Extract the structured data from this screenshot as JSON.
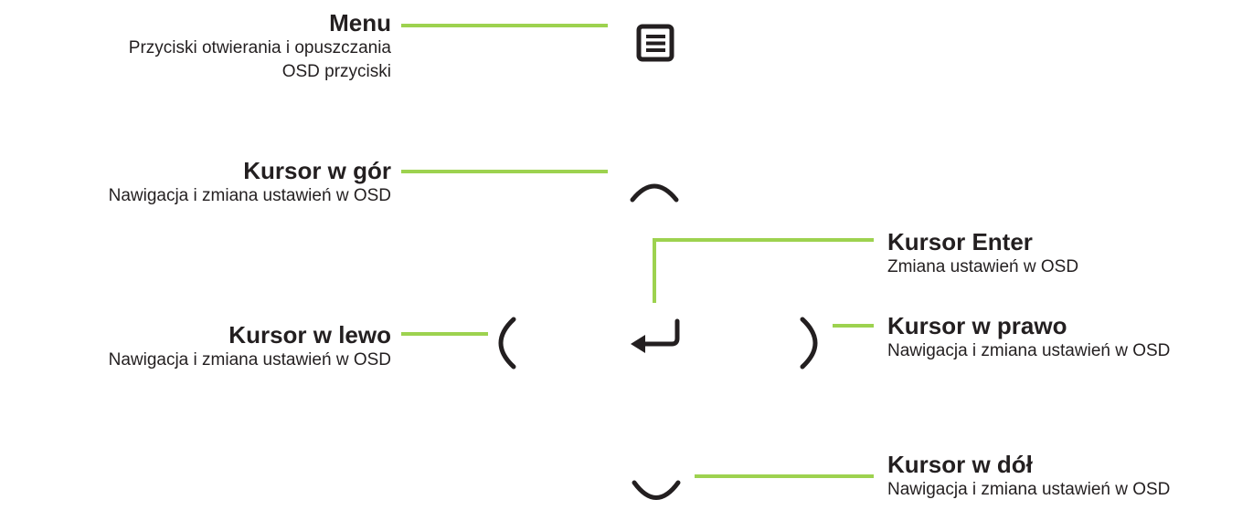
{
  "colors": {
    "connector": "#9dd24f",
    "icon": "#231f20",
    "text": "#231f20"
  },
  "buttons": [
    {
      "id": "menu",
      "icon": "menu-icon",
      "title": "Menu",
      "description": "Przyciski otwierania i opuszczania OSD przyciski"
    },
    {
      "id": "up",
      "icon": "chevron-up-icon",
      "title": "Kursor w gór",
      "description": "Nawigacja i zmiana ustawień w OSD"
    },
    {
      "id": "enter",
      "icon": "enter-icon",
      "title": "Kursor Enter",
      "description": "Zmiana ustawień w OSD"
    },
    {
      "id": "left",
      "icon": "chevron-left-icon",
      "title": "Kursor w lewo",
      "description": "Nawigacja i zmiana ustawień w OSD"
    },
    {
      "id": "right",
      "icon": "chevron-right-icon",
      "title": "Kursor w prawo",
      "description": "Nawigacja i zmiana ustawień w OSD"
    },
    {
      "id": "down",
      "icon": "chevron-down-icon",
      "title": "Kursor w dół",
      "description": "Nawigacja i zmiana ustawień w OSD"
    }
  ]
}
